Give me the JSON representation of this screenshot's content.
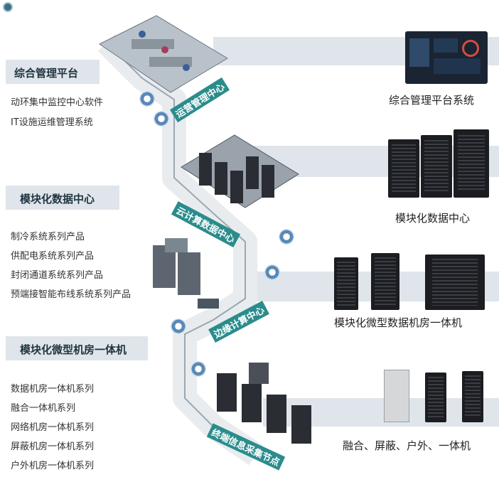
{
  "sections": [
    {
      "title": "综合管理平台",
      "items": [
        "动环集中监控中心软件",
        "IT设施运维管理系统"
      ]
    },
    {
      "title": "模块化数据中心",
      "items": [
        "制冷系统系列产品",
        "供配电系统系列产品",
        "封闭通道系统系列产品",
        "预端接智能布线系统系列产品"
      ]
    },
    {
      "title": "模块化微型机房一体机",
      "items": [
        "数据机房一体机系列",
        "融合一体机系列",
        "网络机房一体机系列",
        "屏蔽机房一体机系列",
        "户外机房一体机系列"
      ]
    }
  ],
  "captions": [
    "综合管理平台系统",
    "模块化数据中心",
    "模块化微型数据机房一体机",
    "融合、屏蔽、户外、一体机"
  ],
  "ribbon_labels": [
    "运营管理中心",
    "云计算数据中心",
    "边缘计算中心",
    "终端信息采集节点"
  ],
  "colors": {
    "band": "#dfe5ea",
    "ribbon": "#2b8c8c",
    "accent": "#5a89b8"
  }
}
